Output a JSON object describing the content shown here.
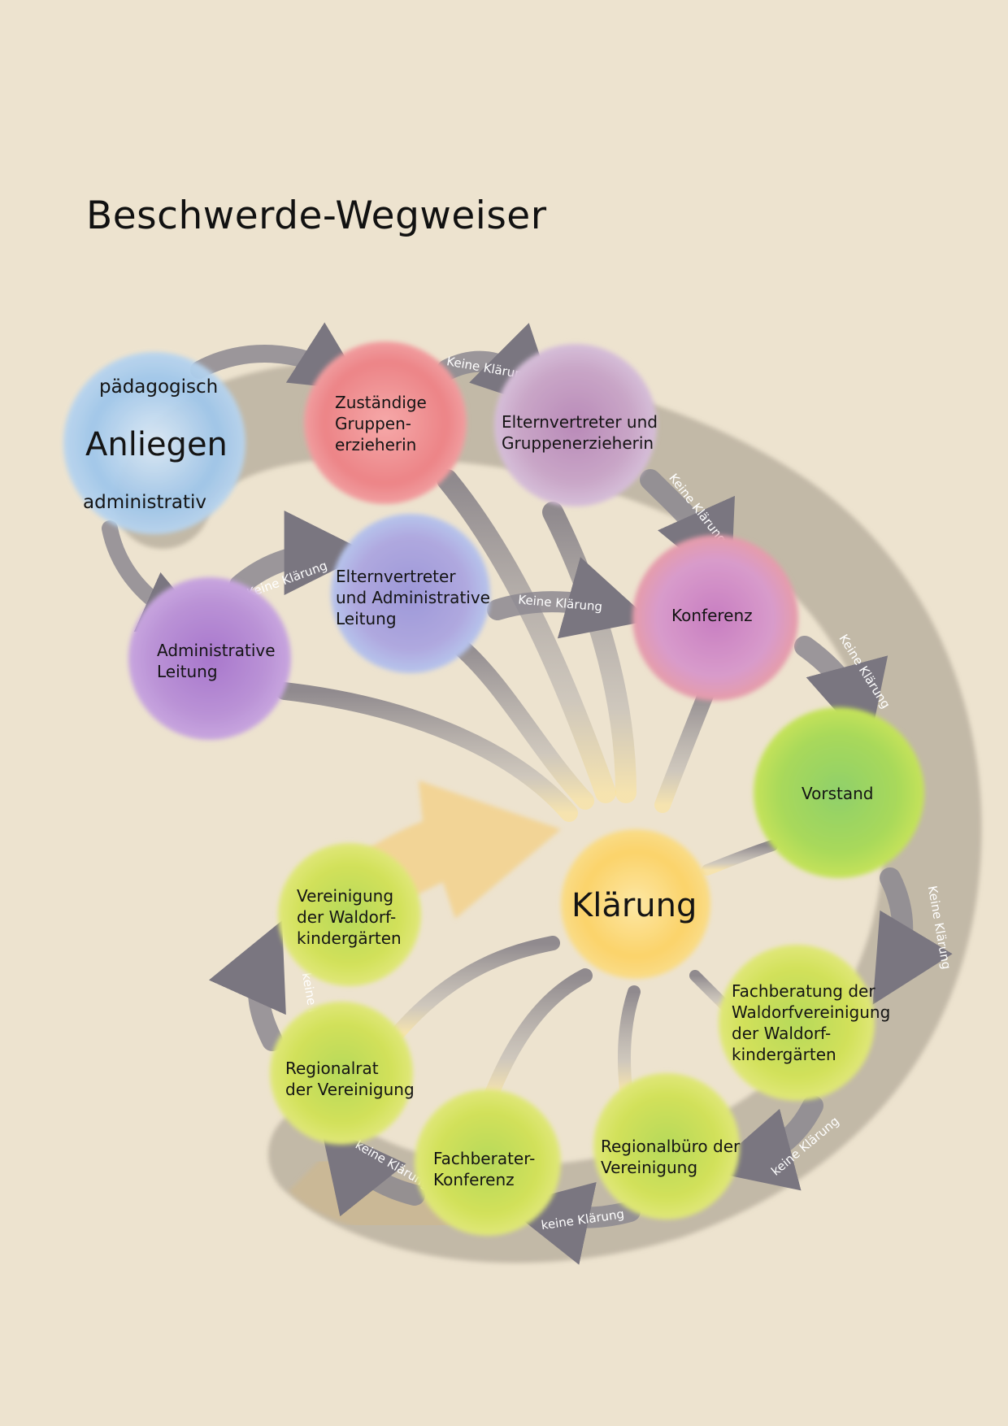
{
  "title": "Beschwerde-Wegweiser",
  "colors": {
    "background": "#ede3cf",
    "spiral": "#8f8576",
    "arrow_gray": "#8c8891",
    "blue": "#a7cbeb",
    "red": "#ee8f91",
    "mauve": "#c8a3c4",
    "lavender": "#aaa3dd",
    "purple": "#b68fd3",
    "pink": "#d694c8",
    "green": "#a6d85c",
    "lime": "#d9e35d",
    "yellow": "#fbd66e"
  },
  "nodes": {
    "anliegen": {
      "label": "Anliegen",
      "top_label": "pädagogisch",
      "bottom_label": "administrativ"
    },
    "zustaendige": {
      "lines": [
        "Zuständige",
        "Gruppen-",
        "erzieherin"
      ]
    },
    "elternvertreter_gruppe": {
      "lines": [
        "Elternvertreter und",
        "Gruppenerzieherin"
      ]
    },
    "elternvertreter_admin": {
      "lines": [
        "Elternvertreter",
        "und Administrative",
        "Leitung"
      ]
    },
    "administrative_leitung": {
      "lines": [
        "Administrative",
        "Leitung"
      ]
    },
    "konferenz": {
      "lines": [
        "Konferenz"
      ]
    },
    "vorstand": {
      "lines": [
        "Vorstand"
      ]
    },
    "klaerung": {
      "label": "Klärung"
    },
    "vereinigung": {
      "lines": [
        "Vereinigung",
        "der Waldorf-",
        "kindergärten"
      ]
    },
    "regionalrat": {
      "lines": [
        "Regionalrat",
        "der Vereinigung"
      ]
    },
    "fachberater_konferenz": {
      "lines": [
        "Fachberater-",
        "Konferenz"
      ]
    },
    "regionalbuero": {
      "lines": [
        "Regionalbüro der",
        "Vereinigung"
      ]
    },
    "fachberatung": {
      "lines": [
        "Fachberatung der",
        "Waldorfvereinigung",
        "der Waldorf-",
        "kindergärten"
      ]
    }
  },
  "arrow_labels": {
    "zustaendige_to_eltern": "Keine Klärung",
    "eltern_to_konferenz": "Keine Klärung",
    "admin_to_eltern_admin": "Keine Klärung",
    "eltern_admin_to_konferenz": "Keine Klärung",
    "konferenz_to_vorstand": "Keine Klärung",
    "vorstand_to_fachberatung": "Keine Klärung",
    "fachberatung_to_regionalbuero": "keine Klärung",
    "regionalbuero_to_fachberater": "keine Klärung",
    "fachberater_to_regionalrat": "keine Klärung",
    "regionalrat_to_vereinigung": "keine Klärung"
  }
}
